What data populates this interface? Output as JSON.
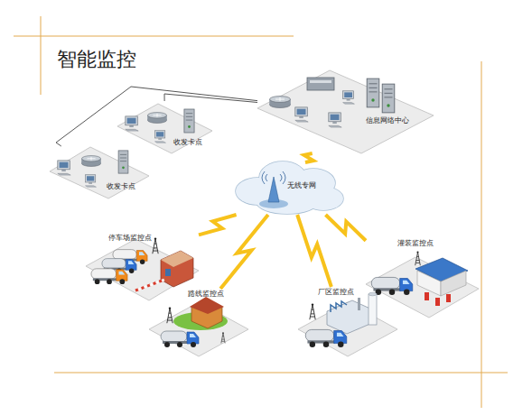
{
  "diagram": {
    "title": "智能监控",
    "nodes": [
      {
        "text": [
          "信息网络中心"
        ]
      },
      {
        "text": [
          "收发卡点"
        ]
      },
      {
        "text": [
          "收发卡点"
        ]
      },
      {
        "text": [
          "无线专网"
        ]
      },
      {
        "text": [
          "停车场监控点"
        ]
      },
      {
        "text": [
          "灌装监控点"
        ]
      },
      {
        "text": [
          "路线监控点"
        ]
      },
      {
        "text": [
          "厂区监控点"
        ]
      }
    ],
    "edges": [
      {
        "from": 1,
        "to": 0,
        "arrow": "none"
      },
      {
        "from": 2,
        "to": 0,
        "arrow": "none"
      },
      {
        "from": 3,
        "to": 0,
        "arrow": "none"
      },
      {
        "from": 3,
        "to": 4,
        "arrow": "none"
      },
      {
        "from": 3,
        "to": 5,
        "arrow": "none"
      },
      {
        "from": 3,
        "to": 6,
        "arrow": "none"
      },
      {
        "from": 3,
        "to": 7,
        "arrow": "none"
      }
    ]
  }
}
